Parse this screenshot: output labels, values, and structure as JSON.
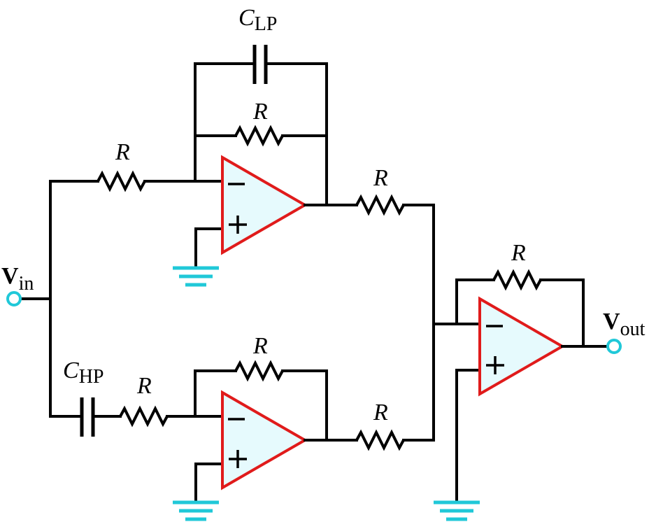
{
  "labels": {
    "input": {
      "main": "V",
      "sub": "in"
    },
    "output": {
      "main": "V",
      "sub": "out"
    },
    "c_lp": {
      "main": "C",
      "sub": "LP"
    },
    "c_hp": {
      "main": "C",
      "sub": "HP"
    },
    "r_lp_in": "R",
    "r_lp_fb": "R",
    "r_hp_in": "R",
    "r_hp_fb": "R",
    "r_sum_lp": "R",
    "r_sum_hp": "R",
    "r_sum_fb": "R"
  },
  "opamp_signs": {
    "inverting": "−",
    "noninverting": "+"
  },
  "colors": {
    "wire": "#000000",
    "opamp_outline": "#e01b1b",
    "opamp_fill": "#e6fafd",
    "ground": "#20c8d8",
    "terminal": "#20c8d8"
  }
}
